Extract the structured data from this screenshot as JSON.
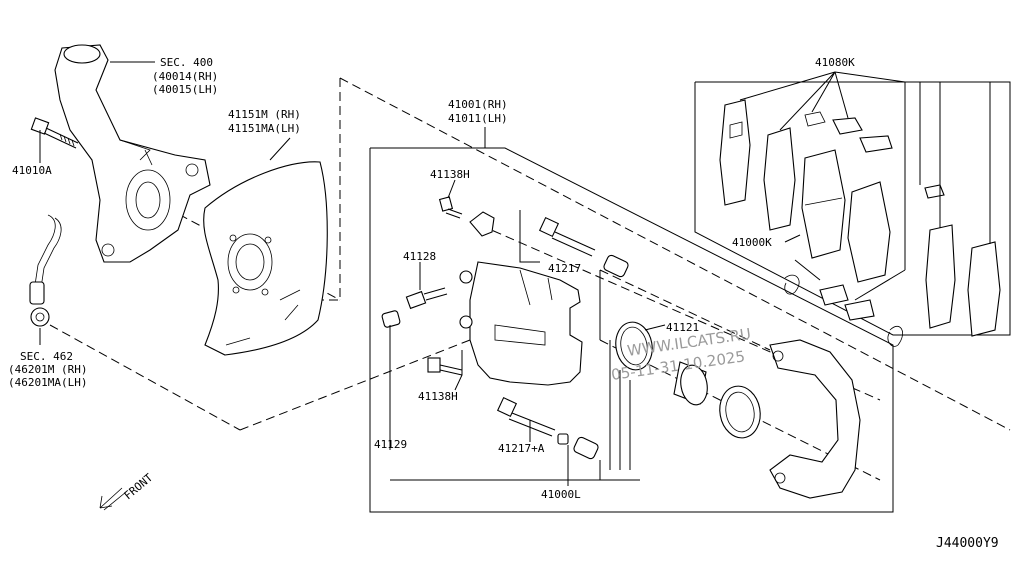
{
  "labels": {
    "sec400": "SEC. 400",
    "p40014": "(40014(RH)",
    "p40015": "(40015(LH)",
    "p41010A": "41010A",
    "p41151M": "41151M (RH)",
    "p41151MA": "41151MA(LH)",
    "p41001": "41001(RH)",
    "p41011": "41011(LH)",
    "p41080K": "41080K",
    "p41138H_top": "41138H",
    "p41128": "41128",
    "p41217": "41217",
    "p41000K": "41000K",
    "p41121": "41121",
    "sec462": "SEC. 462",
    "p46201M": "(46201M (RH)",
    "p46201MA": "(46201MA(LH)",
    "p41138H_bottom": "41138H",
    "p41129": "41129",
    "p41217A": "41217+A",
    "p41000L": "41000L",
    "front": "FRONT",
    "diagram_code": "J44000Y9"
  },
  "watermark": {
    "line1": "WWW.ILCATS.RU",
    "line2": "05-11-31 10.2025"
  }
}
